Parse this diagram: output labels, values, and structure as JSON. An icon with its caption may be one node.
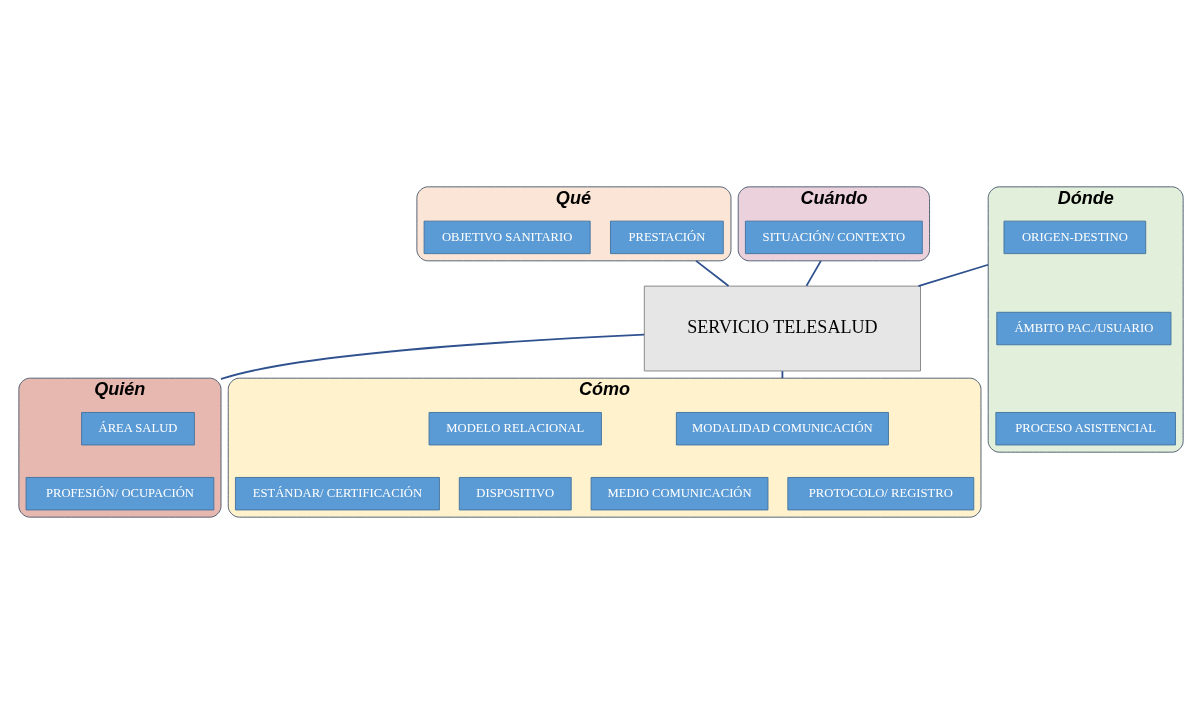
{
  "diagram": {
    "nodes": [
      {
        "text": [
          "Qué"
        ]
      },
      {
        "text": [
          "PRESTACIÓN"
        ],
        "in": 0
      },
      {
        "text": [
          "OBJETIVO SANITARIO"
        ],
        "in": 0
      },
      {
        "text": [
          "Cuándo"
        ]
      },
      {
        "text": [
          "SITUACIÓN/ CONTEXTO"
        ],
        "in": 3
      },
      {
        "text": [
          "Dónde"
        ]
      },
      {
        "text": [
          "ORIGEN-DESTINO"
        ],
        "in": 5
      },
      {
        "text": [
          "ÁMBITO PAC./USUARIO"
        ],
        "in": 5
      },
      {
        "text": [
          "PROCESO ASISTENCIAL"
        ],
        "in": 5
      },
      {
        "text": [
          "SERVICIO TELESALUD"
        ]
      },
      {
        "text": [
          "Quién"
        ]
      },
      {
        "text": [
          "ÁREA SALUD"
        ],
        "in": 10
      },
      {
        "text": [
          "PROFESIÓN/ OCUPACIÓN"
        ],
        "in": 10
      },
      {
        "text": [
          "Cómo"
        ]
      },
      {
        "text": [
          "MODALIDAD COMUNICACIÓN"
        ],
        "in": 13
      },
      {
        "text": [
          "MODELO RELACIONAL"
        ],
        "in": 13
      },
      {
        "text": [
          "MEDIO COMUNICACIÓN"
        ],
        "in": 13
      },
      {
        "text": [
          "PROTOCOLO/ REGISTRO"
        ],
        "in": 13
      },
      {
        "text": [
          "ESTÁNDAR/ CERTIFICACIÓN"
        ],
        "in": 13
      },
      {
        "text": [
          "DISPOSITIVO"
        ],
        "in": 13
      }
    ],
    "edges": [
      {
        "from": 0,
        "to": 9,
        "arrow": "none"
      },
      {
        "from": 3,
        "to": 9,
        "arrow": "none"
      },
      {
        "from": 5,
        "to": 9,
        "arrow": "none"
      },
      {
        "from": 9,
        "to": 10,
        "arrow": "none"
      },
      {
        "from": 9,
        "to": 13,
        "arrow": "none"
      }
    ]
  }
}
